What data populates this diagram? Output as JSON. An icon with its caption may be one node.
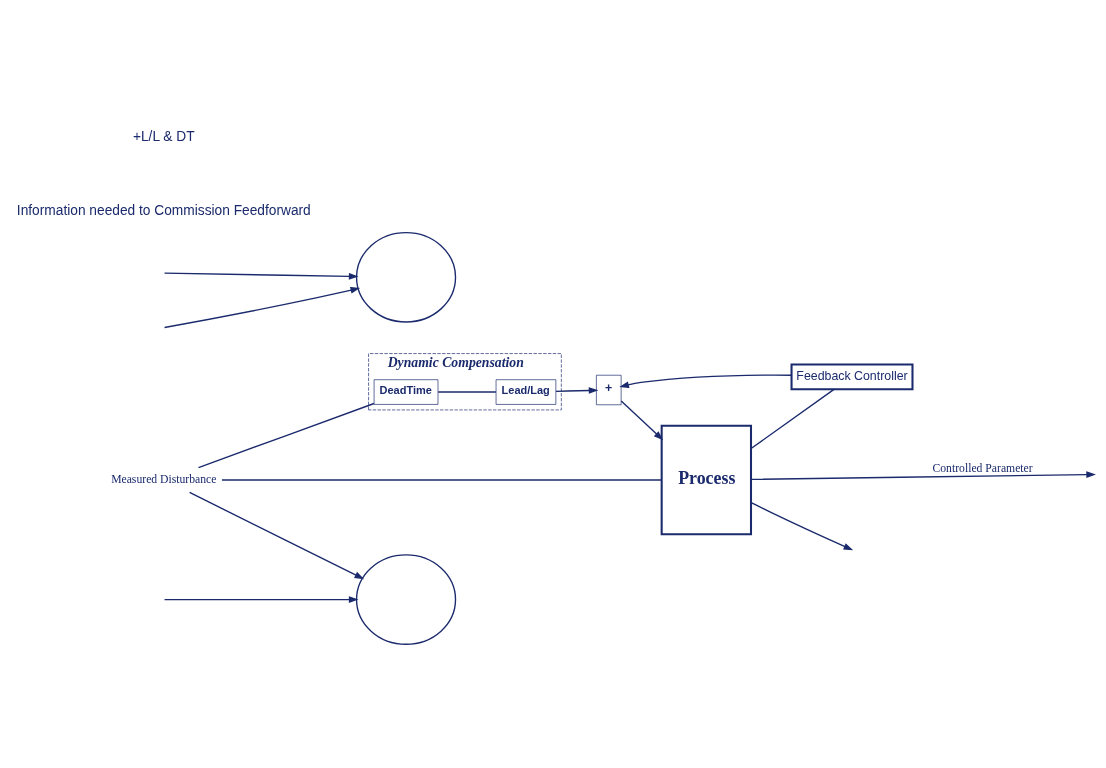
{
  "diagram": {
    "nodes": [
      {
        "text": [
          "Dynamic Compensation"
        ]
      },
      {
        "text": [
          "Lead/Lag"
        ],
        "in": 0
      },
      {
        "text": [
          "DeadTime"
        ],
        "in": 0
      },
      {
        "text": [
          "Feedback Controller"
        ]
      },
      {
        "text": [
          "+"
        ]
      },
      {
        "text": [
          "Process"
        ]
      },
      {
        "text": [
          "Measured Disturbance"
        ]
      },
      {
        "text": [],
        "shape": "cloud"
      },
      {
        "text": [],
        "shape": "cloud"
      }
    ],
    "edges": [
      {
        "from": 2,
        "to": 1,
        "arrow": "none"
      },
      {
        "from": 1,
        "to": 4,
        "arrow": "to"
      },
      {
        "from": 3,
        "to": 4,
        "arrow": "to"
      },
      {
        "from": 4,
        "to": 5,
        "arrow": "to"
      },
      {
        "from": 6,
        "to": 5,
        "arrow": "none"
      },
      {
        "from": 6,
        "to": 2,
        "arrow": "none"
      },
      {
        "from": 5,
        "to": null,
        "arrow": "to",
        "label": "Controlled Parameter"
      },
      {
        "from": 5,
        "to": 3,
        "arrow": "none"
      },
      {
        "from": 5,
        "to": null,
        "arrow": "to"
      },
      {
        "from": null,
        "to": 7,
        "arrow": "to"
      },
      {
        "from": null,
        "to": 7,
        "arrow": "to"
      },
      {
        "from": null,
        "to": 8,
        "arrow": "to"
      },
      {
        "from": 6,
        "to": 8,
        "arrow": "to"
      }
    ],
    "labels": [
      "Information needed to Commission Feedforward",
      "+L/L & DT"
    ]
  }
}
